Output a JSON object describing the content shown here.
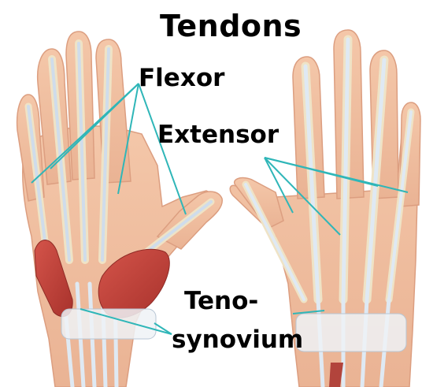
{
  "title": "Tendons",
  "labels": {
    "flexor": "Flexor",
    "extensor": "Extensor",
    "tenosynovium_line1": "Teno-",
    "tenosynovium_line2": "synovium"
  },
  "colors": {
    "skin": "#f2c2a4",
    "skin_shadow": "#e5a888",
    "bone": "#efe3c6",
    "tendon": "#dfe9f3",
    "muscle": "#c4443c",
    "sheath": "#e9edf2",
    "leader_line": "#2fb6b8",
    "text": "#000000"
  }
}
